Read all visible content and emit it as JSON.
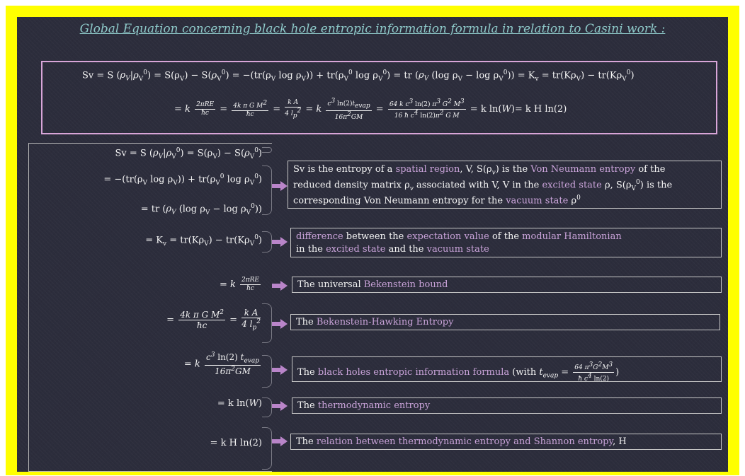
{
  "title": "Global Equation concerning black hole entropic information formula  in relation to Casini work :",
  "colors": {
    "frame": "#ffff00",
    "board": "#2c2d3c",
    "title": "#8ec9c9",
    "highlight": "#c9a3d9",
    "arrow": "#b985c9",
    "top_box_border": "#d8a5d8"
  },
  "descriptions": {
    "d1": {
      "a": "Sv is the entropy of a ",
      "b": "spatial region",
      "c": ", V, S(ρ",
      "d": ") is the ",
      "e": "Von Neumann entropy",
      "f": " of the",
      "g": "reduced density matrix ρ",
      "h": " associated with V,  V in the ",
      "i": "excited state",
      "j": " ρ,  S(ρ",
      "k": ") is the",
      "l": "corresponding Von Neumann entropy for the ",
      "m": "vacuum state",
      "n": " ρ"
    },
    "d2": {
      "a": "difference",
      "b": " between the ",
      "c": "expectation value",
      "d": "  of the ",
      "e": "modular Hamiltonian",
      "f": " in the ",
      "g": "excited state",
      "h": " and the ",
      "i": "vacuum state"
    },
    "d3": {
      "a": "The universal ",
      "b": "Bekenstein bound"
    },
    "d4": {
      "a": "The ",
      "b": "Bekenstein-Hawking Entropy"
    },
    "d5": {
      "a": "The ",
      "b": "black holes entropic information formula",
      "c": " (with "
    },
    "d6": {
      "a": "The ",
      "b": "thermodynamic entropy"
    },
    "d7": {
      "a": "The ",
      "b": "relation between thermodynamic entropy and Shannon entropy",
      "c": ", H"
    }
  }
}
